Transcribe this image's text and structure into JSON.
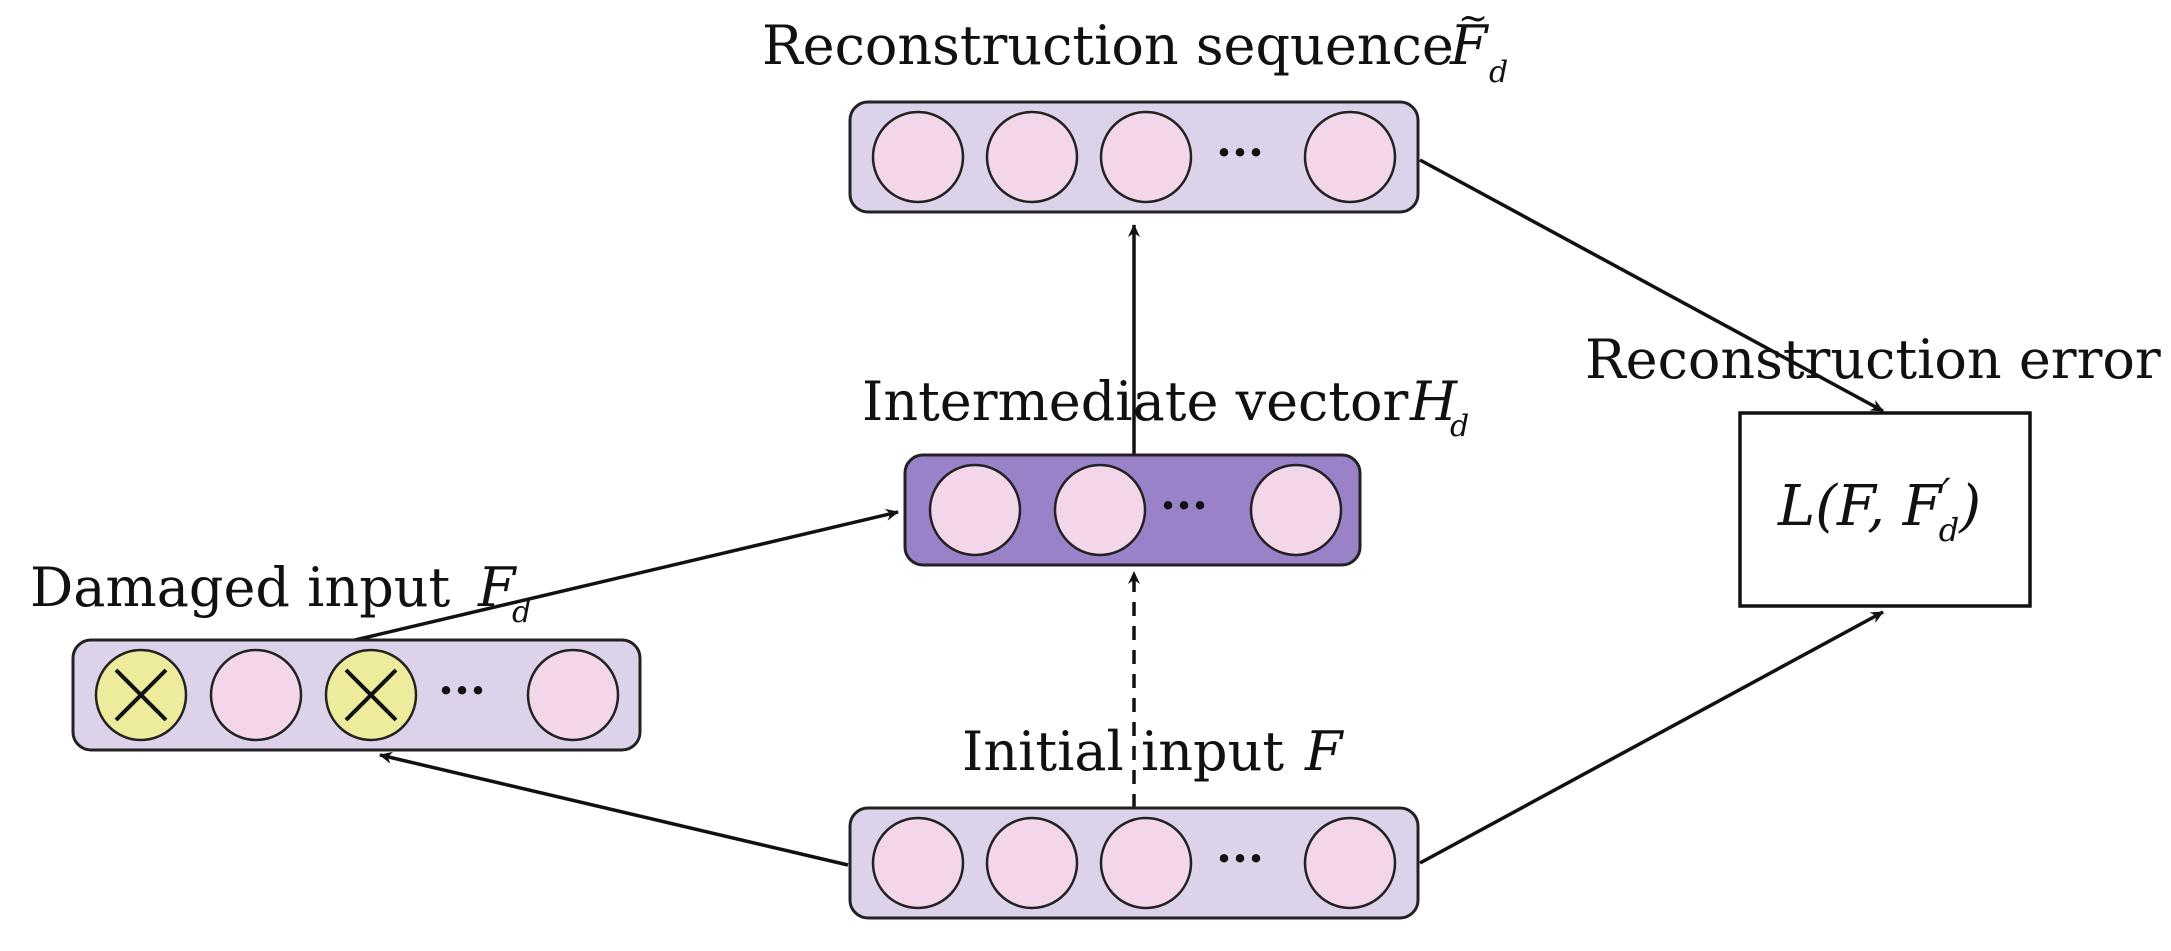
{
  "title": "",
  "nodes": {
    "reconstruction": {
      "label": "Reconstruction sequence",
      "symbol": "F",
      "accent": "~",
      "subscript": "d"
    },
    "intermediate": {
      "label": "Intermediate vector",
      "symbol": "H",
      "subscript": "d"
    },
    "damaged": {
      "label": "Damaged input",
      "symbol": "F",
      "subscript": "d"
    },
    "initial": {
      "label": "Initial input",
      "symbol": "F"
    },
    "error": {
      "label": "Reconstruction error",
      "formula_prefix": "L(F, F",
      "formula_prime": "′",
      "formula_sub": "d",
      "formula_suffix": ")"
    }
  },
  "ellipsis": "···",
  "corrupt_mark": "×",
  "colors": {
    "layer_fill": "#dcd3ea",
    "hidden_fill": "#9a82c8",
    "unit_fill": "#f3d6ea",
    "corrupt_fill": "#ecec9c",
    "stroke": "#222222"
  },
  "edges": [
    {
      "from": "initial",
      "to": "damaged",
      "style": "solid"
    },
    {
      "from": "damaged",
      "to": "intermediate",
      "style": "solid"
    },
    {
      "from": "initial",
      "to": "intermediate",
      "style": "dashed"
    },
    {
      "from": "intermediate",
      "to": "reconstruction",
      "style": "solid"
    },
    {
      "from": "reconstruction",
      "to": "error",
      "style": "solid"
    },
    {
      "from": "initial",
      "to": "error",
      "style": "solid"
    }
  ]
}
